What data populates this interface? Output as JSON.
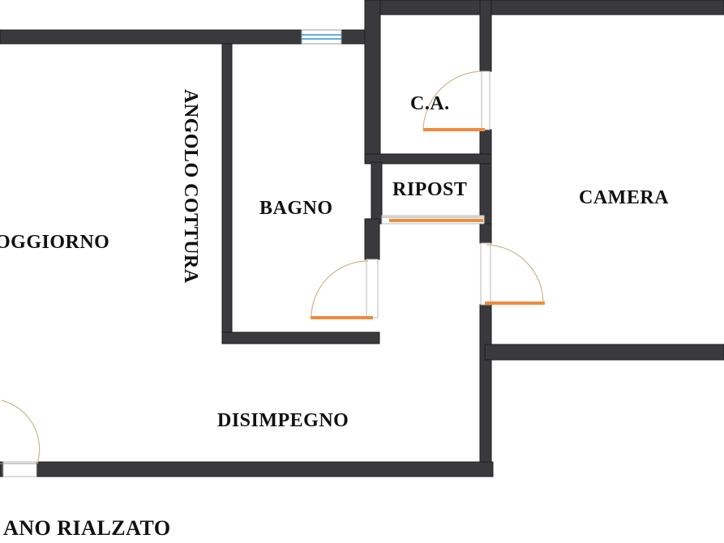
{
  "floor_plan": {
    "rooms": [
      {
        "id": "soggiorno",
        "label": "OGGIORNO"
      },
      {
        "id": "angolo-cottura",
        "label": "ANGOLO COTTURA"
      },
      {
        "id": "bagno",
        "label": "BAGNO"
      },
      {
        "id": "ca",
        "label": "C.A."
      },
      {
        "id": "ripostiglio",
        "label": "RIPOST"
      },
      {
        "id": "camera",
        "label": "CAMERA"
      },
      {
        "id": "disimpegno",
        "label": "DISIMPEGNO"
      }
    ],
    "floor_label": "ANO RIALZATO",
    "colors": {
      "wall": "#3a3a3c",
      "door_leaf": "#f08a3c",
      "door_swing": "#c9b88a",
      "window_glass": "#2a8fd6",
      "background": "#ffffff"
    }
  }
}
